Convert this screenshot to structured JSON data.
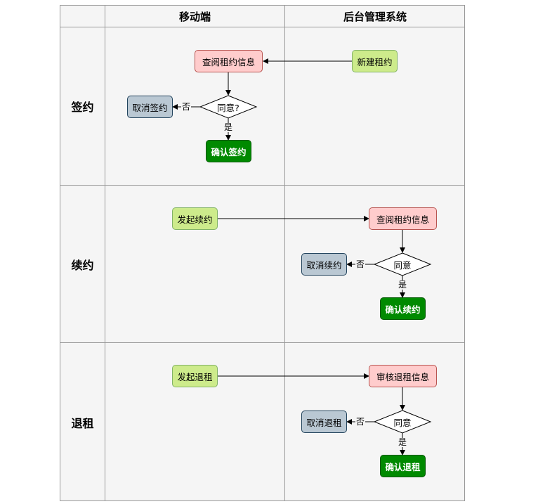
{
  "headers": {
    "mobile": "移动端",
    "backend": "后台管理系统"
  },
  "rows": {
    "sign": "签约",
    "renew": "续约",
    "terminate": "退租"
  },
  "sign": {
    "view_info": "查阅租约信息",
    "new_lease": "新建租约",
    "decision": "同意?",
    "cancel": "取消签约",
    "confirm": "确认签约",
    "no": "否",
    "yes": "是"
  },
  "renew": {
    "start": "发起续约",
    "view_info": "查阅租约信息",
    "decision": "同意",
    "cancel": "取消续约",
    "confirm": "确认续约",
    "no": "否",
    "yes": "是"
  },
  "terminate": {
    "start": "发起退租",
    "review_info": "审核退租信息",
    "decision": "同意",
    "cancel": "取消退租",
    "confirm": "确认退租",
    "no": "否",
    "yes": "是"
  },
  "colors": {
    "lane_background": "#f5f5f5",
    "grid_line": "#999999",
    "info_fill": "#ffcccc",
    "start_fill": "#cdeb8b",
    "cancel_fill": "#bac8d3",
    "confirm_fill": "#008a00"
  }
}
